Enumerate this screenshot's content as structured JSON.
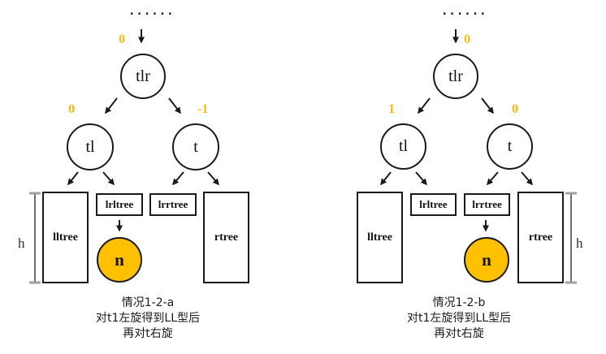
{
  "colors": {
    "balance_orange": "#FFB90F",
    "node_fill_orange": "#FFC000",
    "line_black": "#1a1a1a",
    "measure_gray": "#8c8c8c"
  },
  "left": {
    "dots": "......",
    "root_balance": "0",
    "root_label": "tlr",
    "left_child_balance": "0",
    "left_child_label": "tl",
    "right_child_balance": "-1",
    "right_child_label": "t",
    "box_lltree": "lltree",
    "box_lrltree": "lrltree",
    "box_lrrtree": "lrrtree",
    "box_rtree": "rtree",
    "node_n": "n",
    "height_label": "h",
    "caption": [
      "情况1-2-a",
      "对t1左旋得到LL型后",
      "再对t右旋"
    ]
  },
  "right": {
    "dots": "......",
    "root_balance": "0",
    "root_label": "tlr",
    "left_child_balance": "1",
    "left_child_label": "tl",
    "right_child_balance": "0",
    "right_child_label": "t",
    "box_lltree": "lltree",
    "box_lrltree": "lrltree",
    "box_lrrtree": "lrrtree",
    "box_rtree": "rtree",
    "node_n": "n",
    "height_label": "h",
    "caption": [
      "情况1-2-b",
      "对t1左旋得到LL型后",
      "再对t右旋"
    ]
  }
}
